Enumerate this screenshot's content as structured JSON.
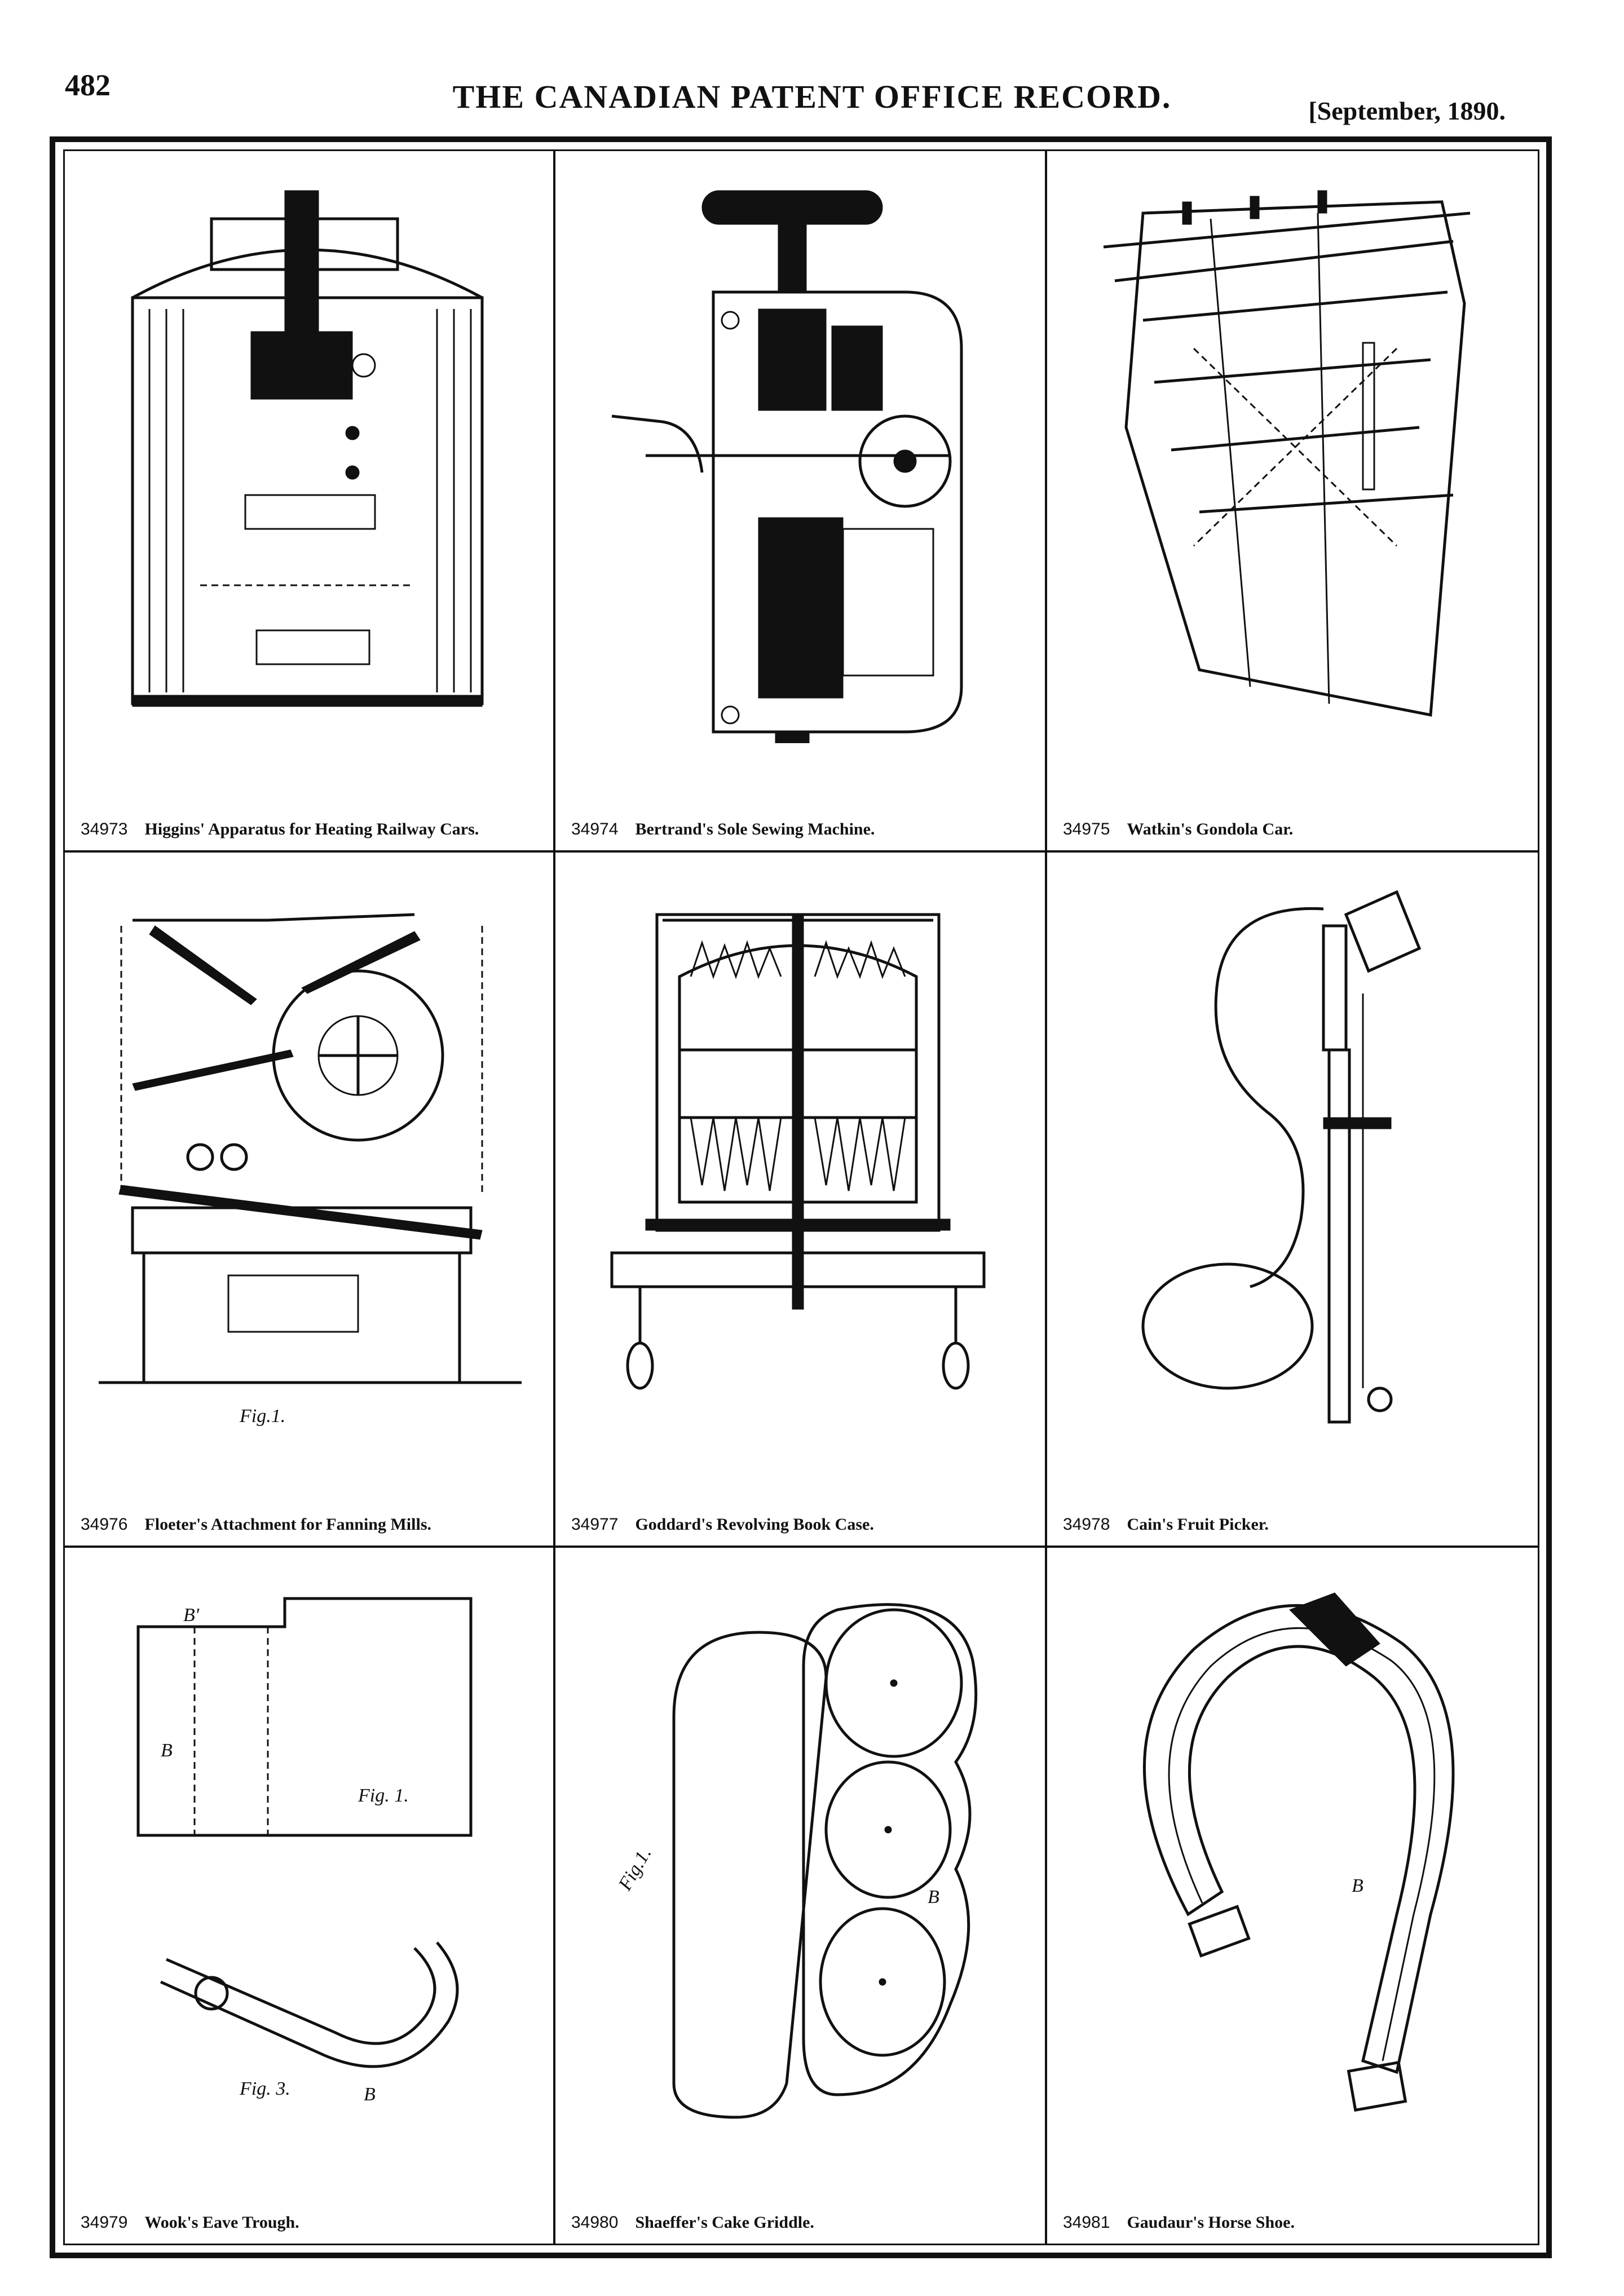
{
  "page": {
    "number": "482",
    "journal_title": "THE CANADIAN PATENT OFFICE RECORD.",
    "issue_date": "[September, 1890."
  },
  "patents": [
    {
      "number": "34973",
      "title": "Higgins' Apparatus for Heating Railway Cars.",
      "drawing_icon": "railway-heater-drawing"
    },
    {
      "number": "34974",
      "title": "Bertrand's Sole Sewing Machine.",
      "drawing_icon": "sole-sewing-machine-drawing"
    },
    {
      "number": "34975",
      "title": "Watkin's Gondola Car.",
      "drawing_icon": "gondola-car-drawing"
    },
    {
      "number": "34976",
      "title": "Floeter's Attachment for Fanning Mills.",
      "drawing_icon": "fanning-mill-drawing",
      "figure_label": "Fig.1."
    },
    {
      "number": "34977",
      "title": "Goddard's Revolving Book Case.",
      "drawing_icon": "book-case-drawing"
    },
    {
      "number": "34978",
      "title": "Cain's Fruit Picker.",
      "drawing_icon": "fruit-picker-drawing"
    },
    {
      "number": "34979",
      "title": "Wook's Eave Trough.",
      "drawing_icon": "eave-trough-drawing",
      "figure_label": "Fig. 1.",
      "figure_label_2": "Fig. 3."
    },
    {
      "number": "34980",
      "title": "Shaeffer's Cake Griddle.",
      "drawing_icon": "cake-griddle-drawing",
      "figure_label": "Fig.1."
    },
    {
      "number": "34981",
      "title": "Gaudaur's Horse Shoe.",
      "drawing_icon": "horse-shoe-drawing"
    }
  ]
}
